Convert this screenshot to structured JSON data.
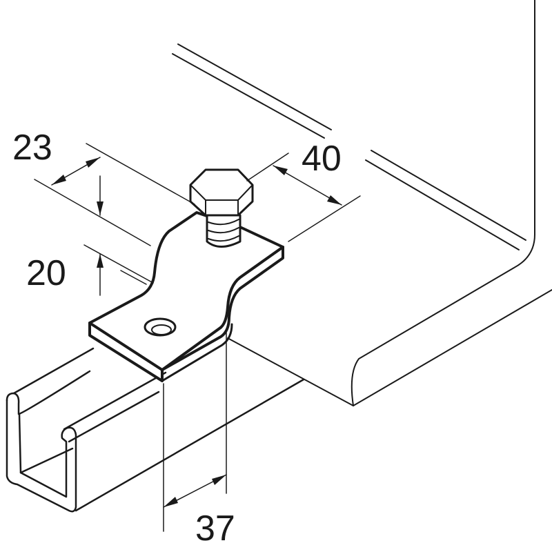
{
  "dimensions": {
    "width_top": "23",
    "width_clamp": "40",
    "height": "20",
    "channel_offset": "37"
  },
  "colors": {
    "line": "#1a1a1a",
    "background": "#ffffff"
  }
}
